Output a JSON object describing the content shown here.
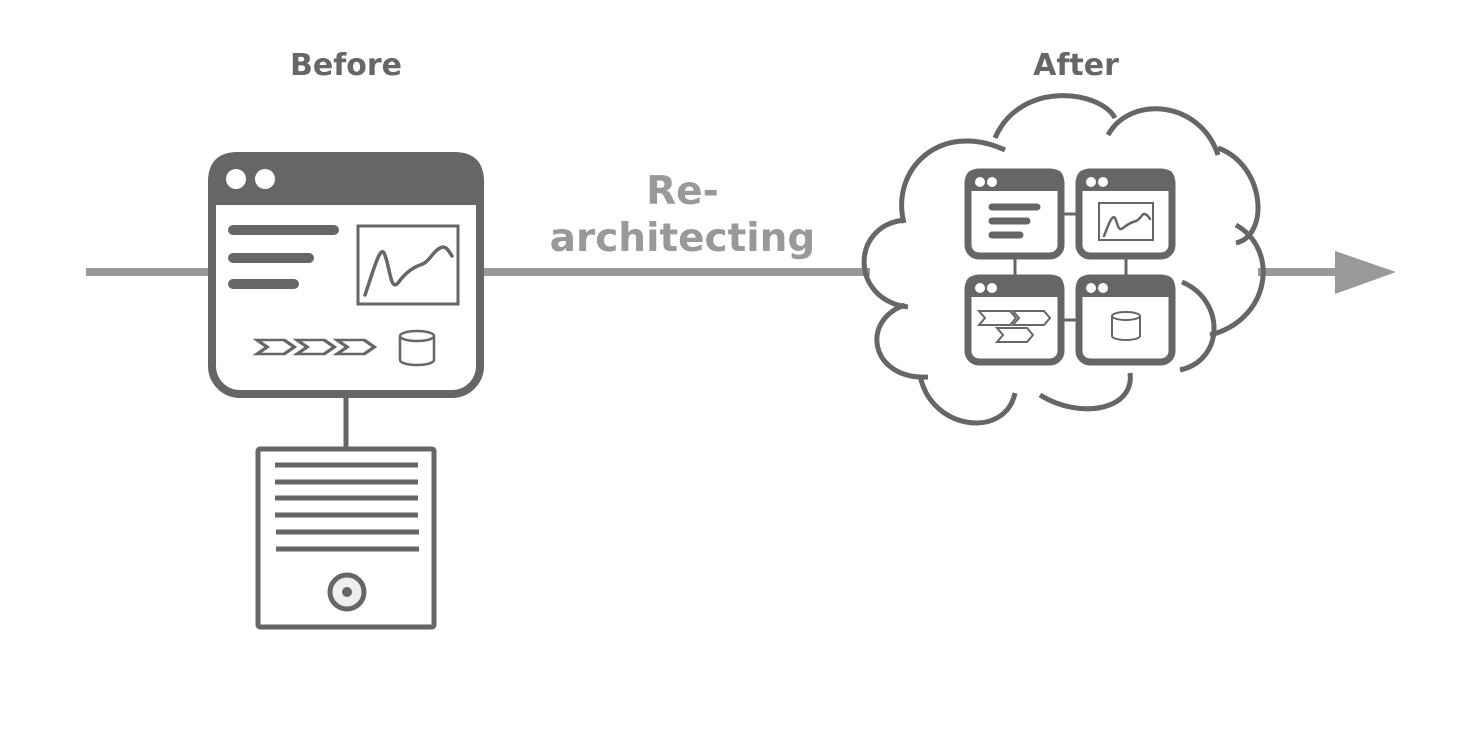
{
  "diagram": {
    "before_title": "Before",
    "after_title": "After",
    "process_label_line1": "Re-",
    "process_label_line2": "architecting",
    "colors": {
      "icon_dark": "#666666",
      "arrow_gray": "#999999",
      "disk_fill": "#eeeeee",
      "background": "#ffffff"
    },
    "before": {
      "monolith_window": {
        "components": [
          "text-lines",
          "line-chart",
          "process-chevrons",
          "database"
        ]
      },
      "server": {
        "components": [
          "vent-lines",
          "disk-button"
        ]
      }
    },
    "after": {
      "container": "cloud",
      "microservices": [
        {
          "name": "text-service",
          "content": "text-lines"
        },
        {
          "name": "chart-service",
          "content": "line-chart"
        },
        {
          "name": "process-service",
          "content": "process-chevrons"
        },
        {
          "name": "database-service",
          "content": "database"
        }
      ]
    }
  }
}
